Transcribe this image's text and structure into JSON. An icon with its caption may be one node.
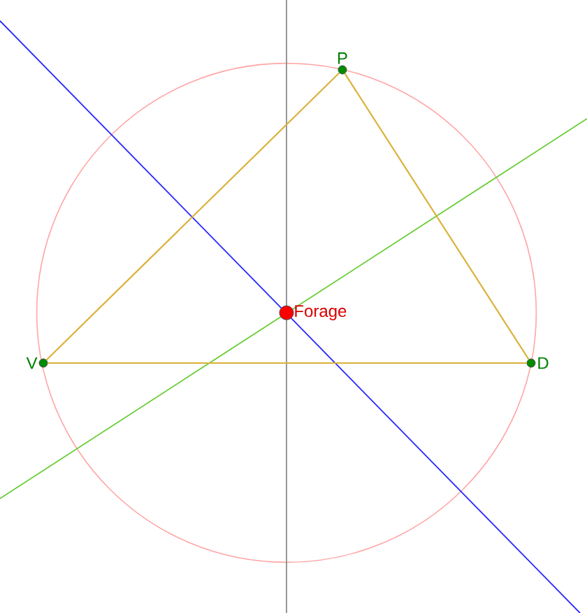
{
  "diagram": {
    "nodes": [
      {
        "text": [],
        "shape": "circle",
        "beside": [
          "P"
        ]
      },
      {
        "text": [],
        "shape": "circle",
        "beside": [
          "Forage"
        ]
      },
      {
        "text": [],
        "shape": "circle",
        "beside": [
          "V"
        ]
      },
      {
        "text": [],
        "shape": "circle",
        "beside": [
          "D"
        ]
      }
    ],
    "edges": [
      {
        "from": 0,
        "to": 2,
        "arrow": "none"
      },
      {
        "from": 0,
        "to": 3,
        "arrow": "none"
      },
      {
        "from": 2,
        "to": 3,
        "arrow": "none"
      }
    ]
  }
}
